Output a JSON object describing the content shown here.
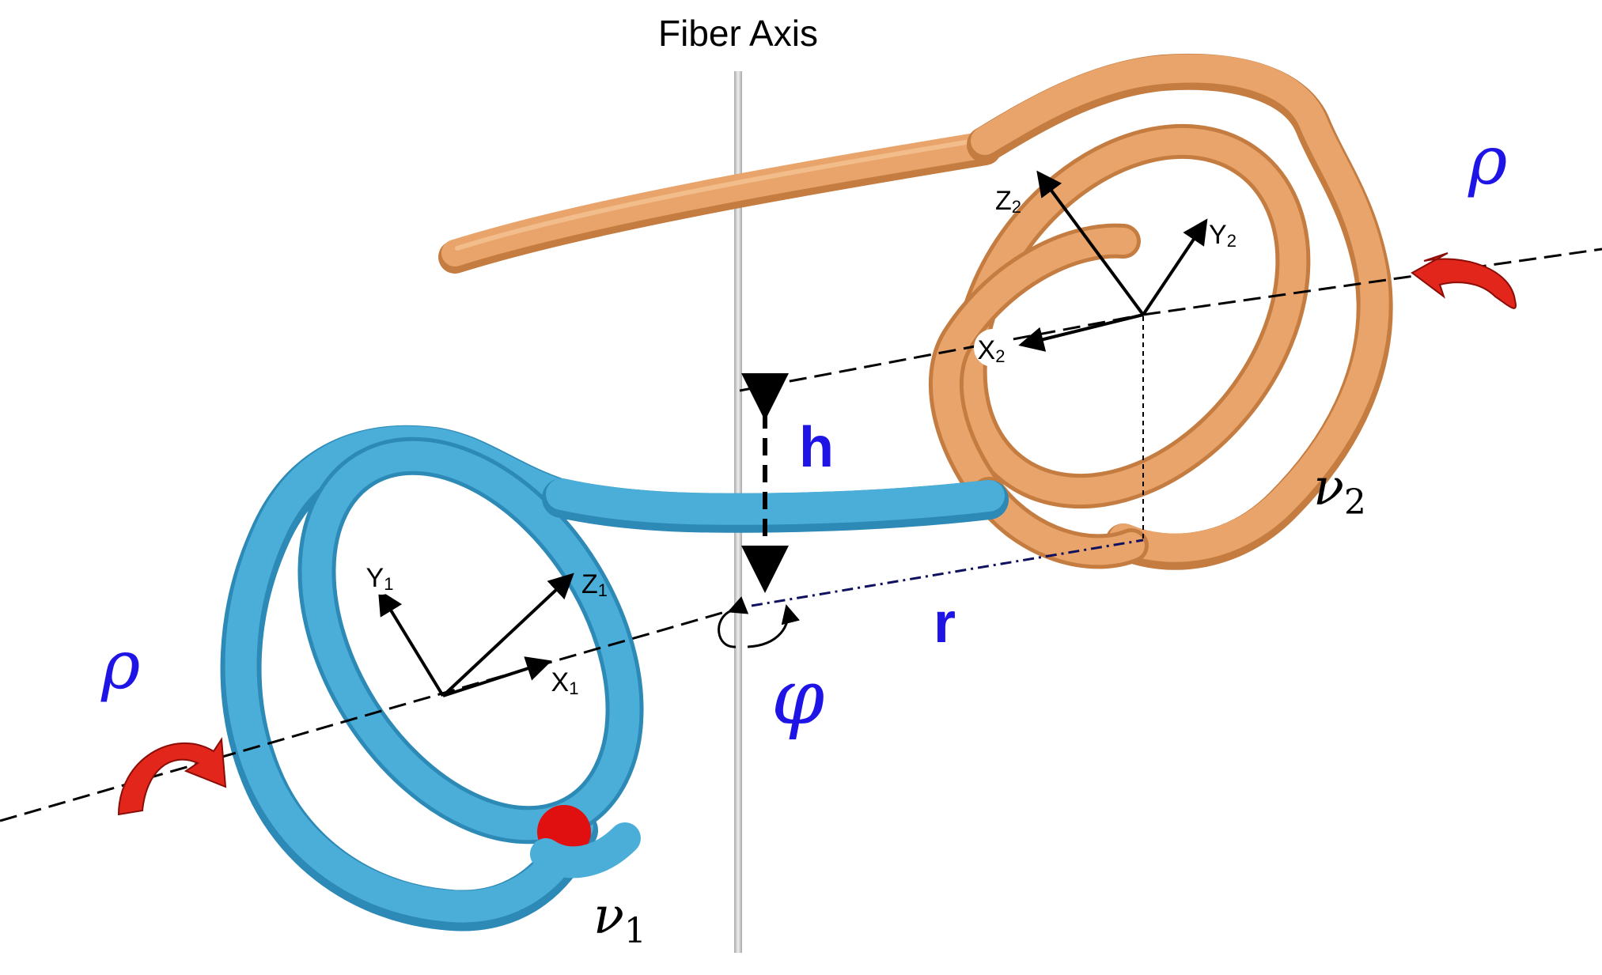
{
  "labels": {
    "fiber_axis": "Fiber Axis",
    "h": "h",
    "r": "r",
    "phi": "φ",
    "rho_left": "ρ",
    "rho_right": "ρ",
    "nu1": "ν",
    "nu1_sub": "1",
    "nu2": "ν",
    "nu2_sub": "2",
    "x1": "X",
    "x1_sub": "1",
    "y1": "Y",
    "y1_sub": "1",
    "z1": "Z",
    "z1_sub": "1",
    "x2": "X",
    "x2_sub": "2",
    "y2": "Y",
    "y2_sub": "2",
    "z2": "Z",
    "z2_sub": "2"
  },
  "colors": {
    "nucleosome_1": "#4aaed9",
    "nucleosome_1_dark": "#2d89b5",
    "nucleosome_2": "#e8a46a",
    "nucleosome_2_dark": "#c47c40",
    "accent_blue_text": "#1f14e6",
    "rotation_arrow": "#e3261c",
    "fiber_axis": "#c8c8c8",
    "marker_red": "#e01010"
  },
  "icons": {
    "rotation_left": "curved-rotation-arrow-icon",
    "rotation_right": "curved-rotation-arrow-icon",
    "phi_rotation": "curved-double-arrow-icon",
    "h_arrow": "double-headed-arrow-icon"
  }
}
